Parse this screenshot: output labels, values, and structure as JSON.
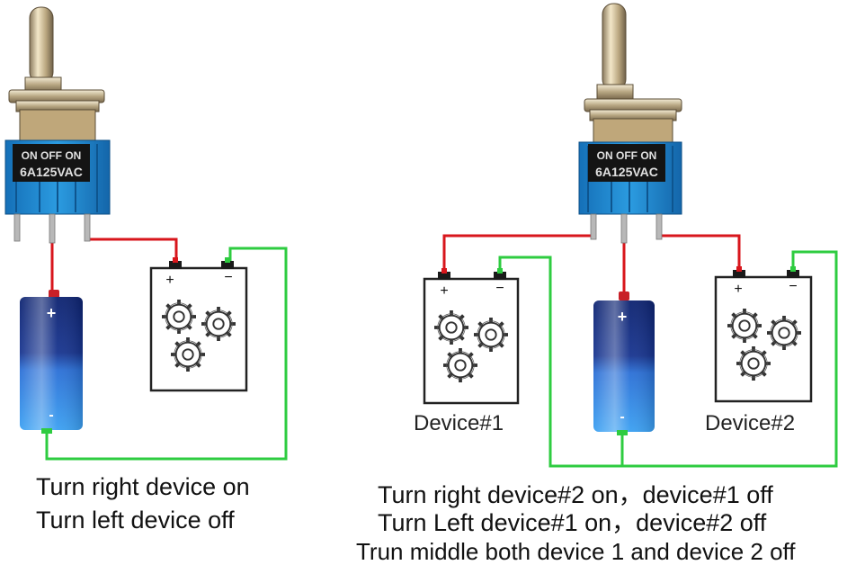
{
  "switch": {
    "marking_line1": "ON OFF ON",
    "marking_line2": "6A125VAC"
  },
  "battery": {
    "plus": "+",
    "minus": "-"
  },
  "device": {
    "plus": "+",
    "minus": "−"
  },
  "right_diagram": {
    "device1_label": "Device#1",
    "device2_label": "Device#2"
  },
  "captions": {
    "left_line1": "Turn right device on",
    "left_line2": "Turn left device off",
    "right_line1": "Turn right device#2 on，device#1 off",
    "right_line2": "Turn Left device#1 on，device#2 off",
    "right_line3": "Trun middle both device 1 and device 2 off"
  },
  "colors": {
    "switch_body": "#1f8ed0",
    "switch_label": "#141414",
    "battery_top": "#0c2a82",
    "battery_bottom": "#3a9cf0",
    "wire_red": "#d8161c",
    "wire_green": "#2ecc40"
  }
}
